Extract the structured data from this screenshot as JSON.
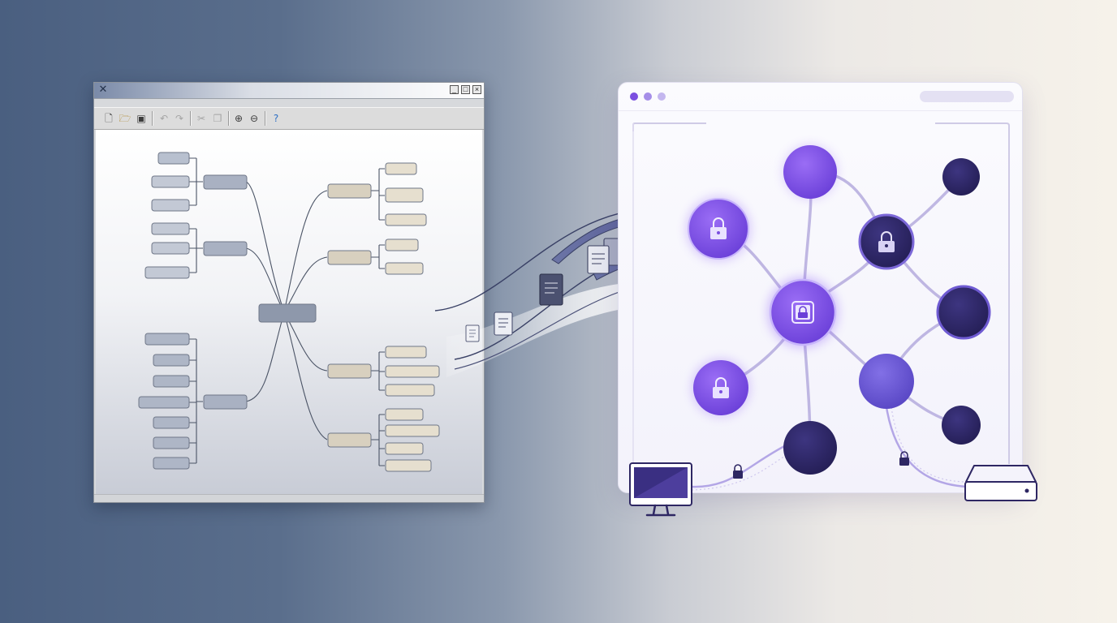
{
  "colors": {
    "accent_purple": "#7b4fe0",
    "node_dark": "#2e2763",
    "node_mid": "#6b55d4",
    "legacy_node_gray": "#a9b1c2",
    "legacy_node_tan": "#ddd5c5"
  },
  "legacy_window": {
    "title_icon": "app-x-icon",
    "window_buttons": [
      "minimize",
      "maximize",
      "close"
    ],
    "toolbar_icons": [
      "new-file-icon",
      "open-folder-icon",
      "save-icon",
      "undo-icon",
      "redo-icon",
      "cut-icon",
      "copy-icon",
      "zoom-in-icon",
      "zoom-out-icon",
      "help-icon"
    ]
  },
  "modern_window": {
    "chrome_dots": [
      "#7b4fe0",
      "#a58ee8",
      "#c4b7ef"
    ],
    "lock_icon": "padlock-icon",
    "hub_icon": "vault-icon"
  },
  "devices": [
    "desktop-monitor-icon",
    "server-icon"
  ]
}
